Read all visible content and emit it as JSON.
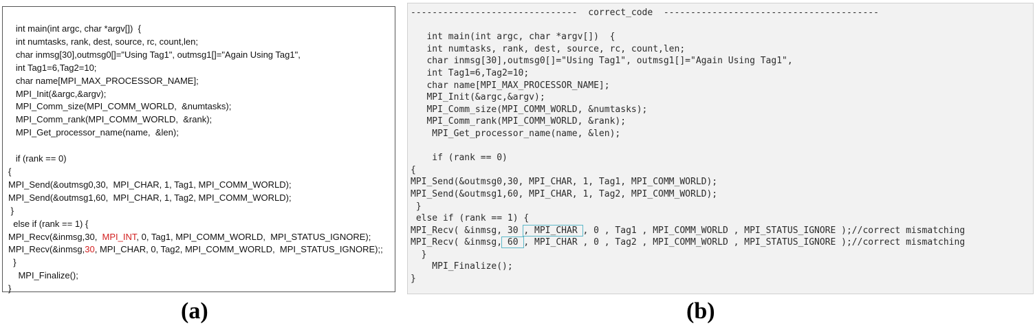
{
  "panel_a": {
    "lines": [
      "   int main(int argc, char *argv[])  {",
      "   int numtasks, rank, dest, source, rc, count,len;",
      "   char inmsg[30],outmsg0[]=\"Using Tag1\", outmsg1[]=\"Again Using Tag1\",",
      "   int Tag1=6,Tag2=10;",
      "   char name[MPI_MAX_PROCESSOR_NAME];",
      "   MPI_Init(&argc,&argv);",
      "   MPI_Comm_size(MPI_COMM_WORLD,  &numtasks);",
      "   MPI_Comm_rank(MPI_COMM_WORLD,  &rank);",
      "   MPI_Get_processor_name(name,  &len);",
      "",
      "   if (rank == 0)",
      "{",
      "MPI_Send(&outmsg0,30,  MPI_CHAR, 1, Tag1, MPI_COMM_WORLD);",
      "MPI_Send(&outmsg1,60,  MPI_CHAR, 1, Tag2, MPI_COMM_WORLD);",
      " }",
      "  else if (rank == 1) {"
    ],
    "recv1": {
      "pre": "MPI_Recv(&inmsg,30,  ",
      "err": "MPI_INT",
      "post": ", 0, Tag1, MPI_COMM_WORLD,  MPI_STATUS_IGNORE);"
    },
    "recv2": {
      "pre": "MPI_Recv(&inmsg,",
      "err": "30",
      "post": ", MPI_CHAR, 0, Tag2, MPI_COMM_WORLD,  MPI_STATUS_IGNORE);;"
    },
    "tail": [
      "  }",
      "    MPI_Finalize();",
      "}"
    ],
    "error_color": "#d22020"
  },
  "panel_b": {
    "header": "-------------------------------  correct_code  ----------------------------------------",
    "lines": [
      "",
      "   int main(int argc, char *argv[])  {",
      "   int numtasks, rank, dest, source, rc, count,len;",
      "   char inmsg[30],outmsg0[]=\"Using Tag1\", outmsg1[]=\"Again Using Tag1\",",
      "   int Tag1=6,Tag2=10;",
      "   char name[MPI_MAX_PROCESSOR_NAME];",
      "   MPI_Init(&argc,&argv);",
      "   MPI_Comm_size(MPI_COMM_WORLD, &numtasks);",
      "   MPI_Comm_rank(MPI_COMM_WORLD, &rank);",
      "    MPI_Get_processor_name(name, &len);",
      "",
      "    if (rank == 0)",
      "{",
      "MPI_Send(&outmsg0,30, MPI_CHAR, 1, Tag1, MPI_COMM_WORLD);",
      "MPI_Send(&outmsg1,60, MPI_CHAR, 1, Tag2, MPI_COMM_WORLD);",
      " }",
      " else if (rank == 1) {"
    ],
    "recv1": {
      "pre": "MPI_Recv( &inmsg, 30 ",
      "hl": ", MPI_CHAR ",
      "post": ", 0 , Tag1 , MPI_COMM_WORLD , MPI_STATUS_IGNORE );//correct mismatching"
    },
    "recv2": {
      "pre": "MPI_Recv( &inmsg,",
      "hl": " 60 ",
      "post": ", MPI_CHAR , 0 , Tag2 , MPI_COMM_WORLD , MPI_STATUS_IGNORE );//correct mismatching"
    },
    "tail": [
      "  }",
      "    MPI_Finalize();",
      "}"
    ],
    "highlight_color": "#5bb8c9"
  },
  "captions": {
    "a": "(a)",
    "b": "(b)"
  }
}
